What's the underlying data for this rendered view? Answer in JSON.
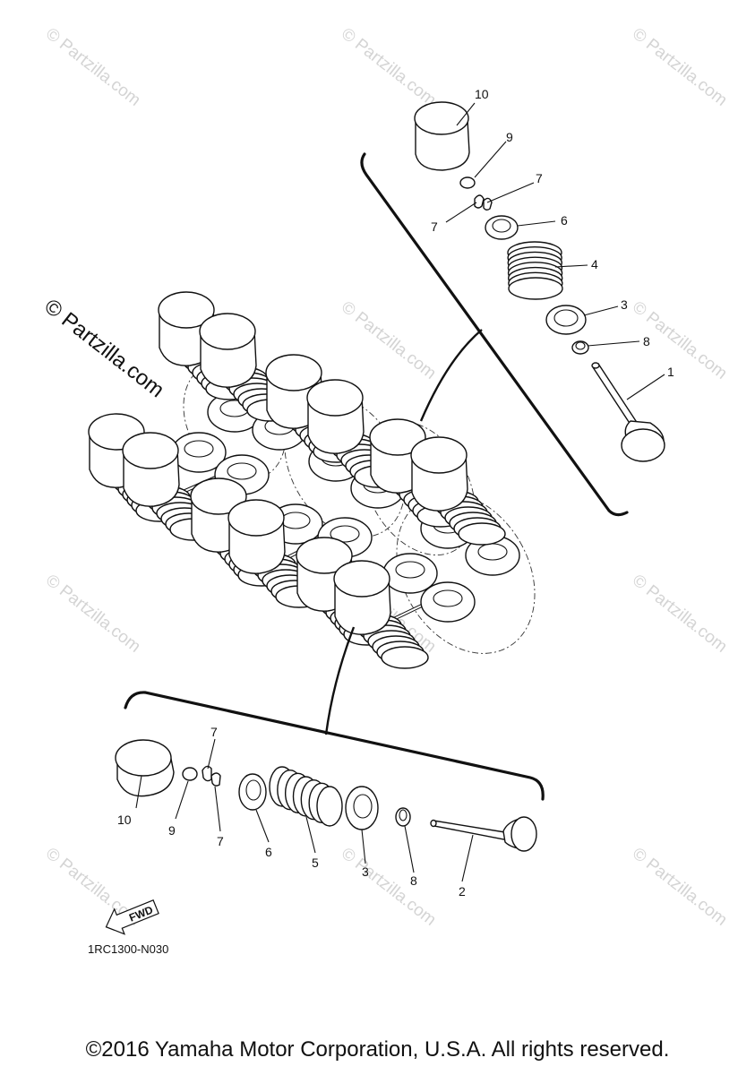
{
  "copyright": "©2016 Yamaha Motor Corporation, U.S.A. All rights reserved.",
  "diagram_code": "1RC1300-N030",
  "fwd_label": "FWD",
  "watermark_main": "© Partzilla.com",
  "watermark_small": "© Partzilla.com",
  "upper_callouts": [
    "10",
    "9",
    "7",
    "7",
    "6",
    "4",
    "3",
    "8",
    "1"
  ],
  "lower_callouts": [
    "7",
    "10",
    "9",
    "7",
    "6",
    "5",
    "3",
    "8",
    "2"
  ]
}
